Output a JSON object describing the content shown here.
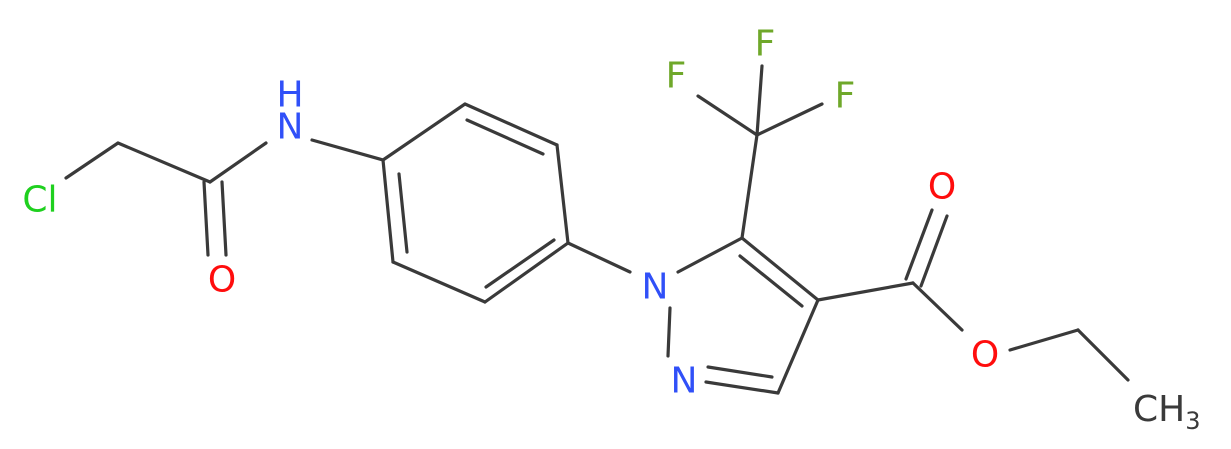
{
  "molecule": {
    "atoms": {
      "cl": "Cl",
      "nh_h": "H",
      "nh_n": "N",
      "o_amide": "O",
      "n1": "N",
      "n2": "N",
      "f1": "F",
      "f2": "F",
      "f3": "F",
      "o_carbonyl": "O",
      "o_ester": "O",
      "ch3": "CH",
      "ch3_sub": "3"
    },
    "colors": {
      "bond": "#3a3a3a",
      "nitrogen": "#3050F8",
      "oxygen": "#FF0D0D",
      "fluorine": "#6fa82a",
      "chlorine": "#1fd01f",
      "carbon": "#3a3a3a"
    }
  }
}
